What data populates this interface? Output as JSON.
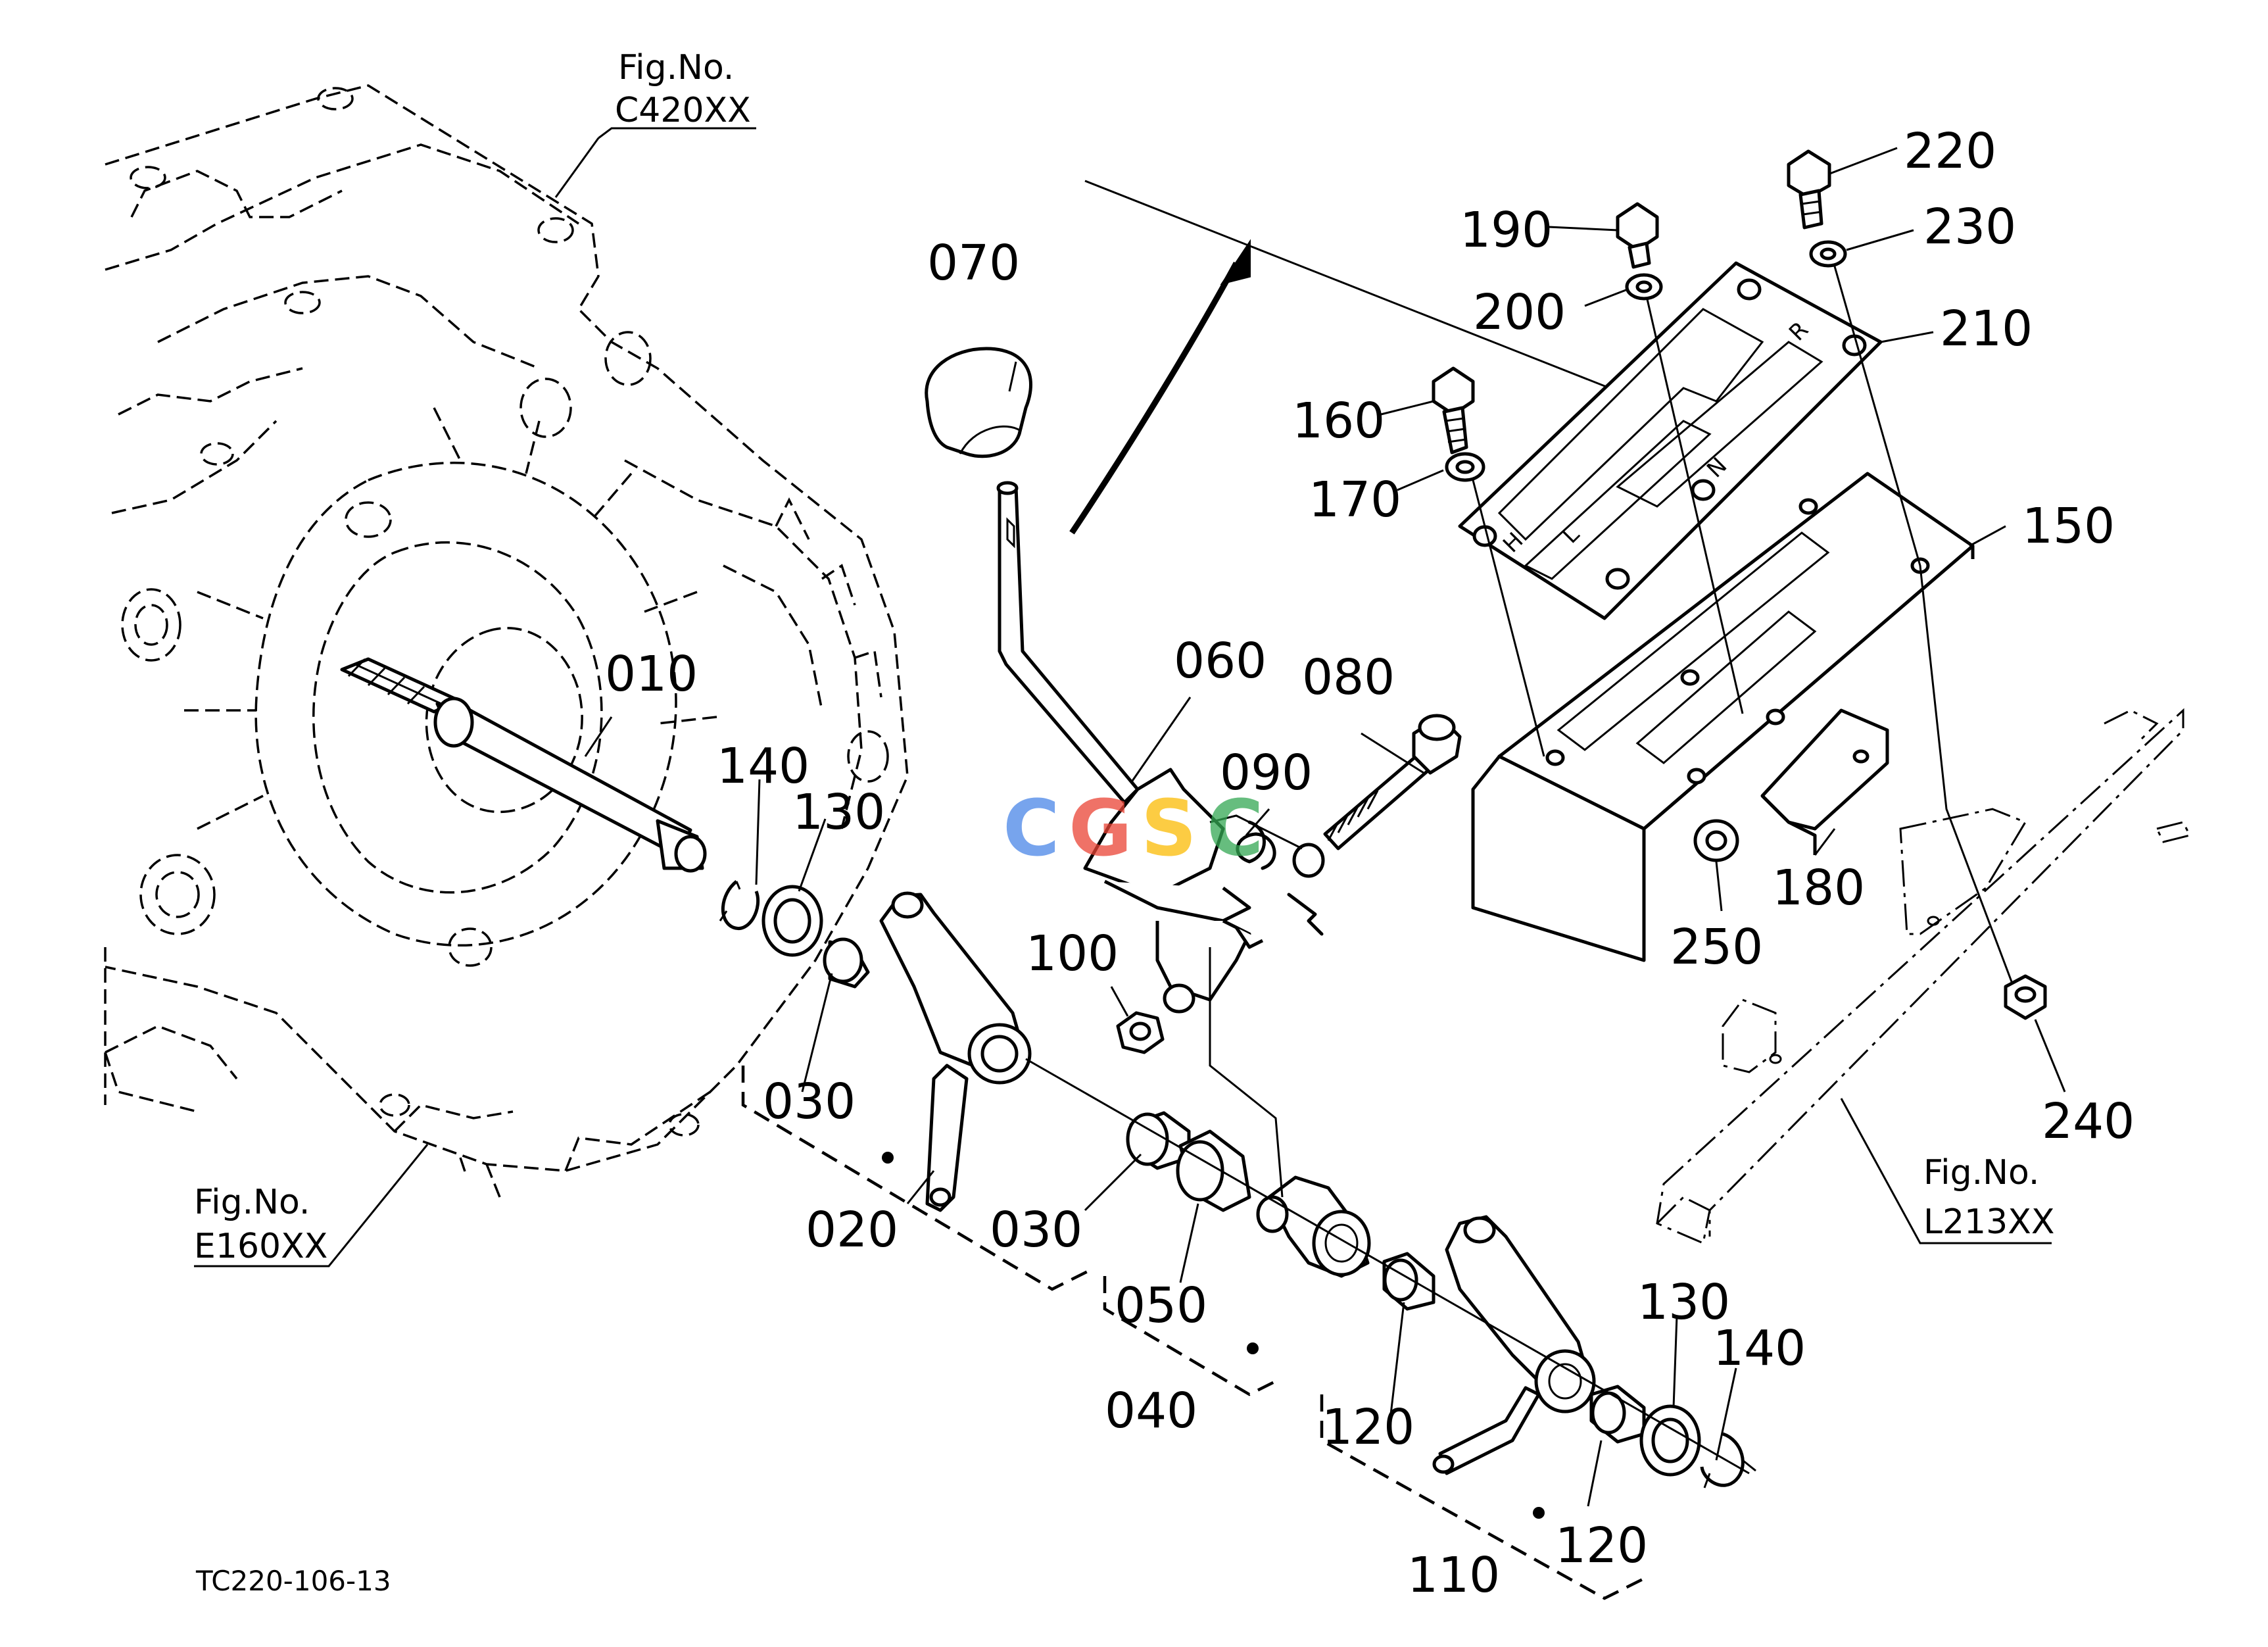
{
  "references": {
    "top": {
      "prefix": "Fig.No.",
      "code": "C420XX"
    },
    "left": {
      "prefix": "Fig.No.",
      "code": "E160XX"
    },
    "right": {
      "prefix": "Fig.No.",
      "code": "L213XX"
    }
  },
  "drawing_code": "TC220-106-13",
  "watermark": {
    "letters": [
      "C",
      "G",
      "S",
      "C"
    ],
    "colors": [
      "#4a86e8",
      "#ea4335",
      "#fbbc05",
      "#34a853"
    ]
  },
  "gate_letters": {
    "high": "H",
    "low": "L",
    "neutral": "N",
    "reverse": "R"
  },
  "callouts": [
    {
      "id": "p010",
      "text": "010"
    },
    {
      "id": "p020",
      "text": "020"
    },
    {
      "id": "p030a",
      "text": "030"
    },
    {
      "id": "p030b",
      "text": "030"
    },
    {
      "id": "p040",
      "text": "040"
    },
    {
      "id": "p050",
      "text": "050"
    },
    {
      "id": "p060",
      "text": "060"
    },
    {
      "id": "p070",
      "text": "070"
    },
    {
      "id": "p080",
      "text": "080"
    },
    {
      "id": "p090",
      "text": "090"
    },
    {
      "id": "p100",
      "text": "100"
    },
    {
      "id": "p110",
      "text": "110"
    },
    {
      "id": "p120a",
      "text": "120"
    },
    {
      "id": "p120b",
      "text": "120"
    },
    {
      "id": "p130a",
      "text": "130"
    },
    {
      "id": "p130b",
      "text": "130"
    },
    {
      "id": "p140a",
      "text": "140"
    },
    {
      "id": "p140b",
      "text": "140"
    },
    {
      "id": "p150",
      "text": "150"
    },
    {
      "id": "p160",
      "text": "160"
    },
    {
      "id": "p170",
      "text": "170"
    },
    {
      "id": "p180",
      "text": "180"
    },
    {
      "id": "p190",
      "text": "190"
    },
    {
      "id": "p200",
      "text": "200"
    },
    {
      "id": "p210",
      "text": "210"
    },
    {
      "id": "p220",
      "text": "220"
    },
    {
      "id": "p230",
      "text": "230"
    },
    {
      "id": "p240",
      "text": "240"
    },
    {
      "id": "p250",
      "text": "250"
    }
  ]
}
